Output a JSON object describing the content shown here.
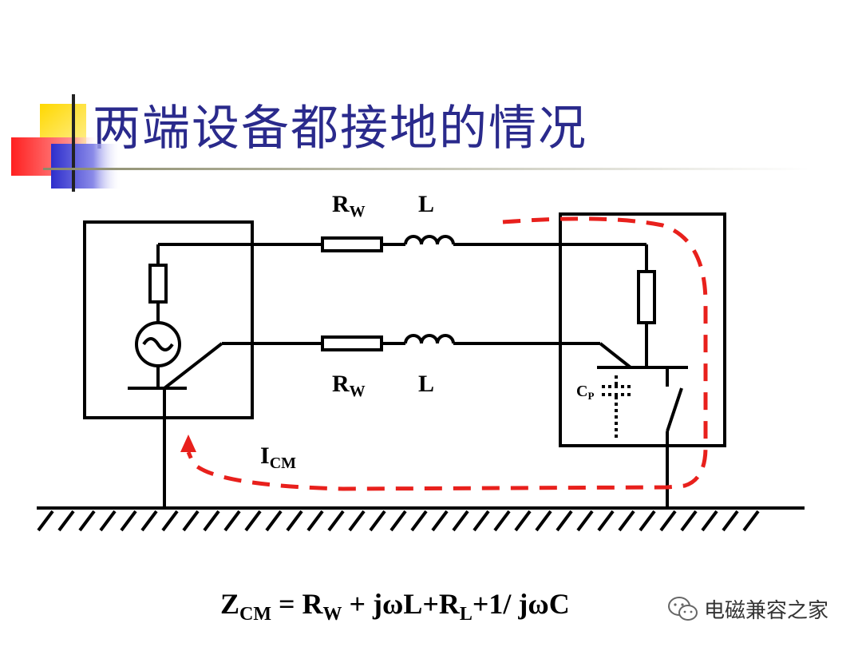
{
  "title": "两端设备都接地的情况",
  "labels": {
    "rw_top": "R",
    "rw_top_sub": "W",
    "l_top": "L",
    "rw_bottom": "R",
    "rw_bottom_sub": "W",
    "l_bottom": "L",
    "cp": "C",
    "cp_sub": "P",
    "icm": "I",
    "icm_sub": "CM"
  },
  "formula": {
    "z": "Z",
    "z_sub": "CM",
    "eq": " = R",
    "rw_sub": "W",
    "mid": " + jωL+R",
    "rl_sub": "L",
    "tail": "+1/ jωC"
  },
  "watermark": "电磁兼容之家",
  "colors": {
    "title": "#2a2a8c",
    "current_loop": "#e8201c",
    "accent_yellow": "#ffcc00",
    "accent_red": "#ff3b3b",
    "accent_blue": "#3333cc"
  }
}
